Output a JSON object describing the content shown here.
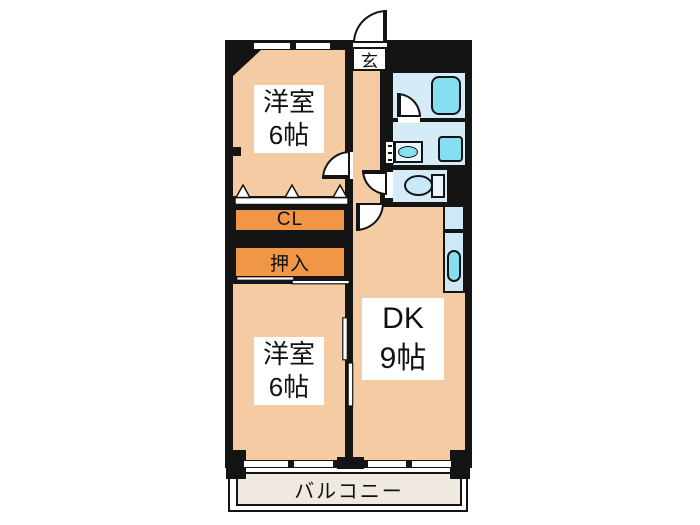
{
  "title": "2DK apartment floor plan",
  "colors": {
    "wall": "#141414",
    "room": "#F5CBA4",
    "storage": "#EF9746",
    "wet": "#D6EBF8",
    "fixture": "#85DFF1",
    "fixture-light": "#EAF5FC",
    "bowl": "#C9E9F8",
    "counter": "#CDE8F6",
    "balcony": "#EFE9E2",
    "paper": "#FFFFFF"
  },
  "rooms": {
    "west_top": {
      "name": "洋室",
      "size": "6帖"
    },
    "west_bottom": {
      "name": "洋室",
      "size": "6帖"
    },
    "dk": {
      "name": "DK",
      "size": "9帖"
    }
  },
  "storage": {
    "closet": "CL",
    "oshiire": "押入"
  },
  "entrance": {
    "label": "玄"
  },
  "balcony": {
    "label": "バルコニー"
  },
  "fixtures": {
    "bathtub": "bathtub-icon",
    "washing_machine": "washing-machine-icon",
    "washbasin": "washbasin-icon",
    "toilet": "toilet-icon",
    "kitchen_sink": "kitchen-sink-icon"
  }
}
